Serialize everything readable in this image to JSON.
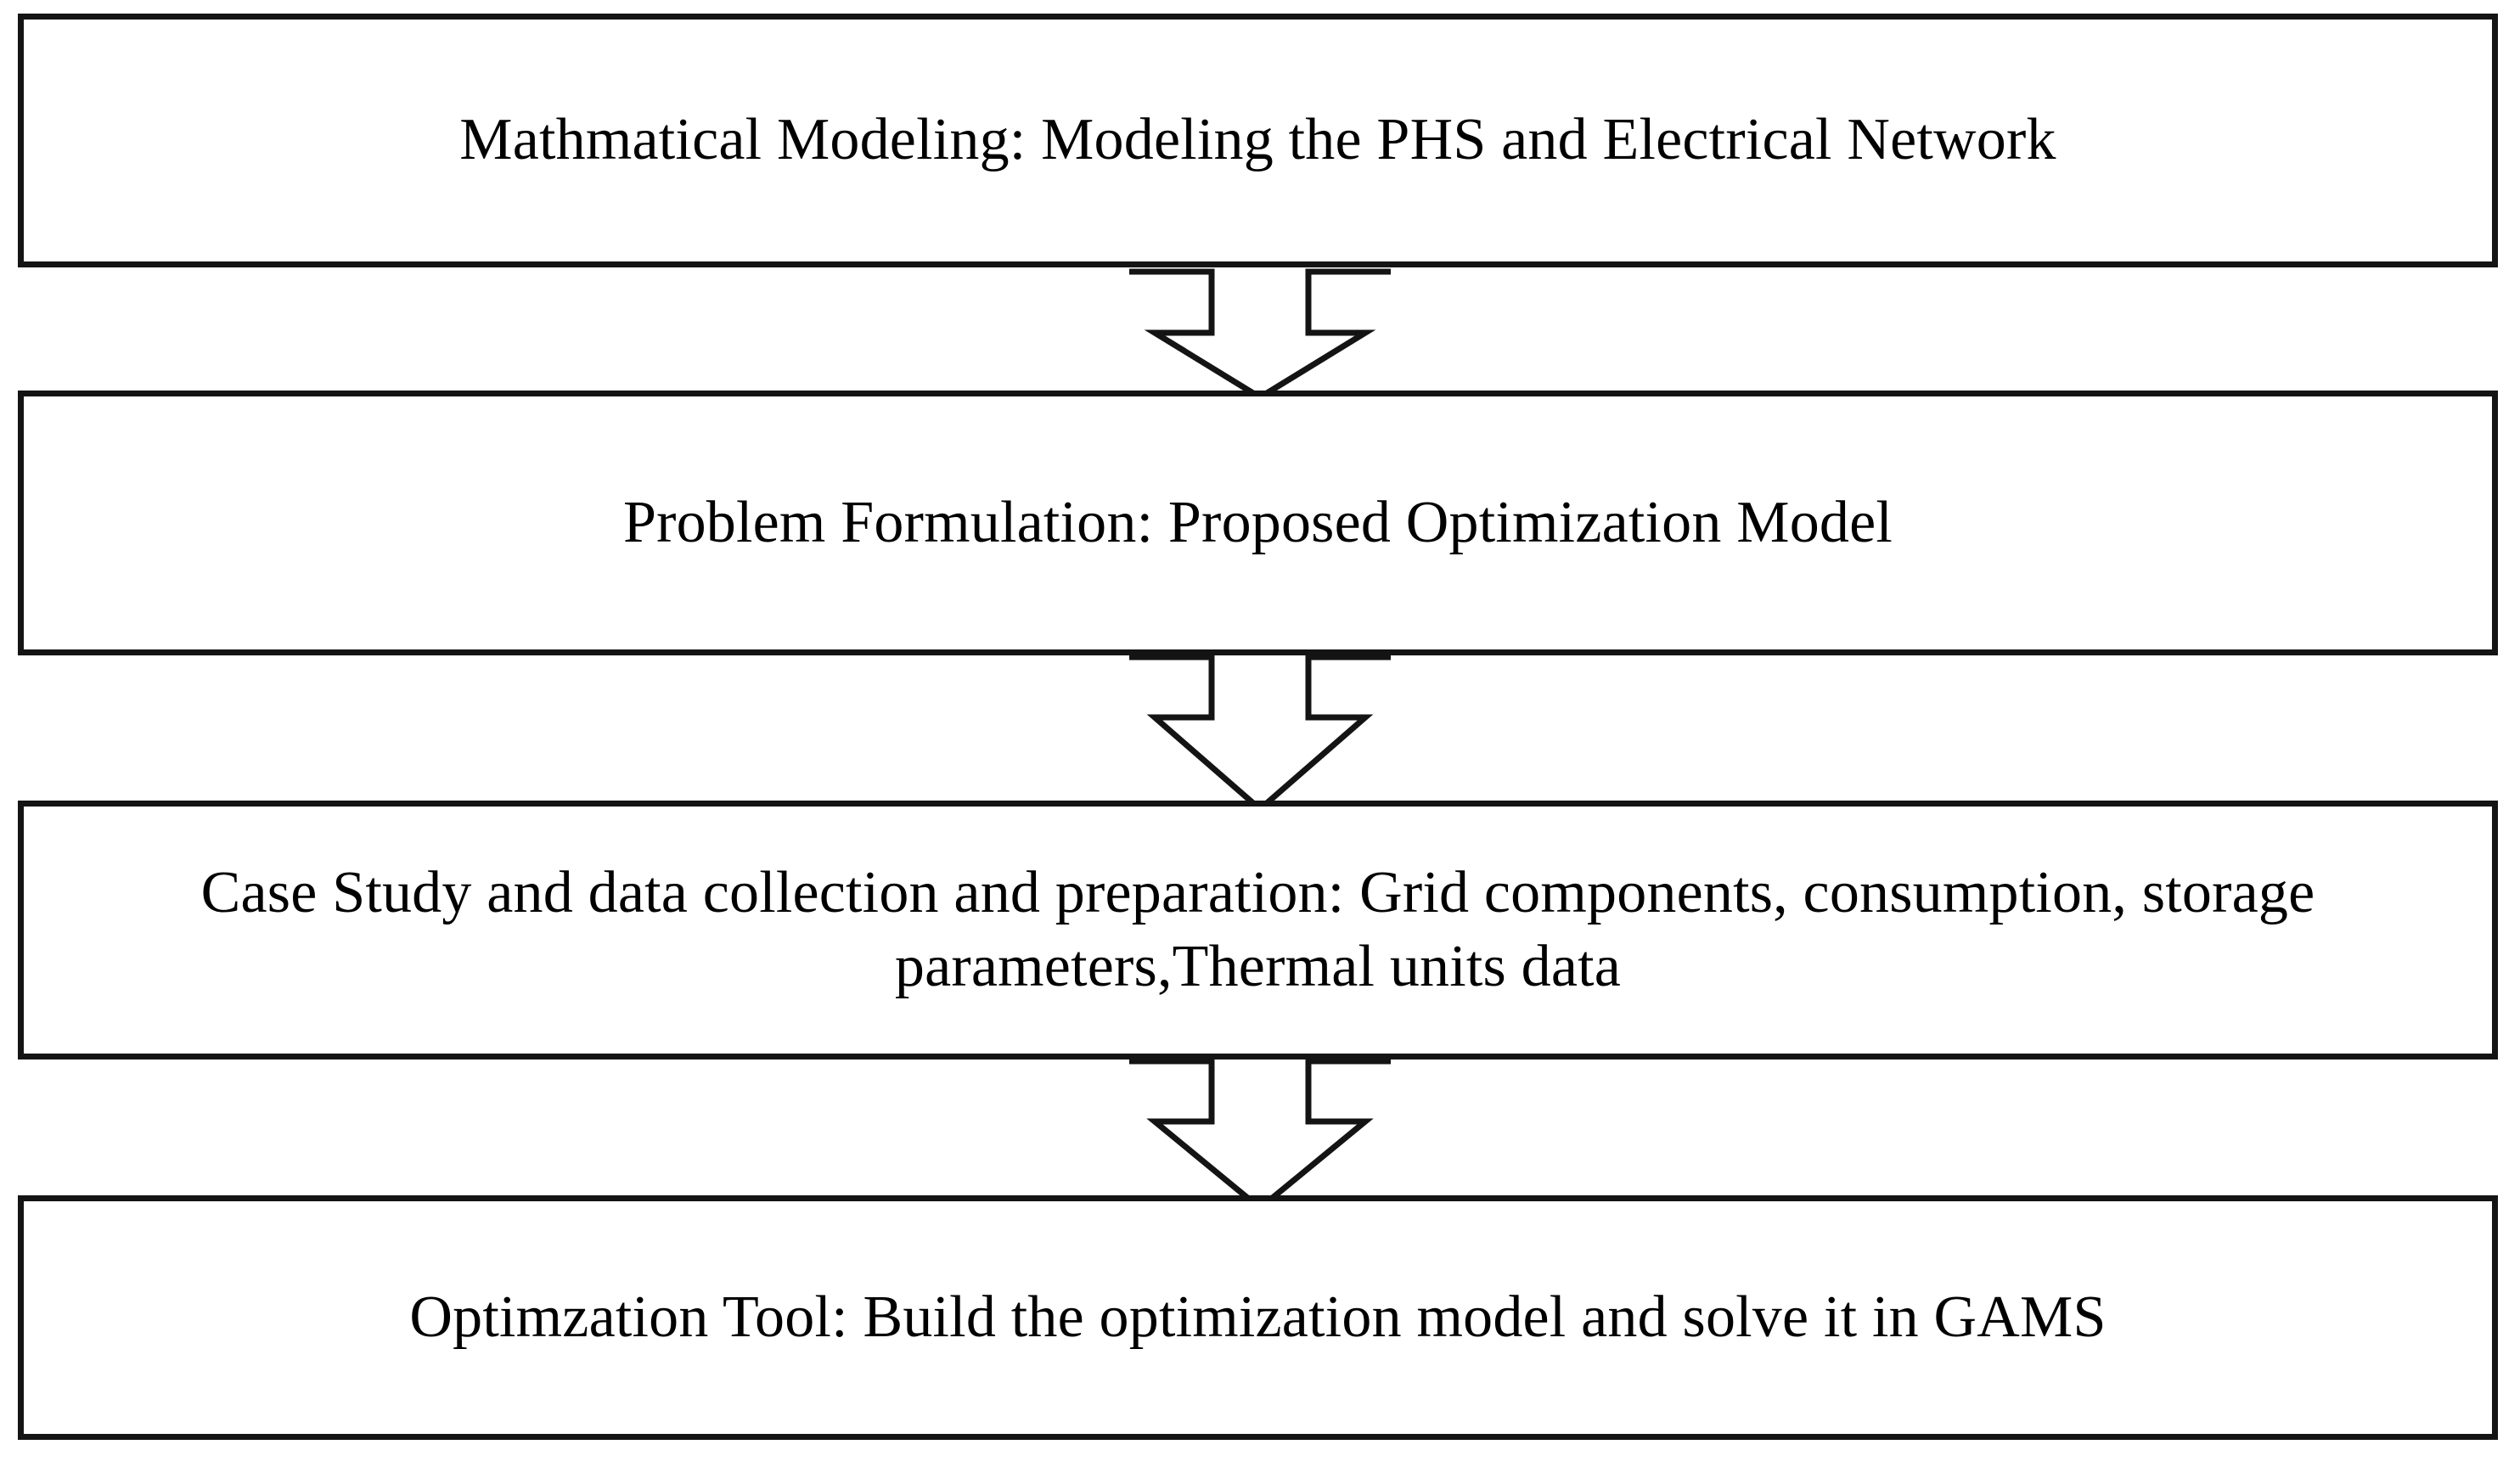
{
  "diagram": {
    "title": "Research methodology flowchart",
    "orientation": "vertical-top-to-bottom",
    "background_color": "#ffffff",
    "stroke_color": "#141414",
    "text_color": "#000000",
    "nodes": [
      {
        "id": "node-0",
        "shape": "rectangle",
        "label": "Mathmatical Modeling: Modeling the PHS and Electrical Network",
        "lines": [
          "Mathmatical Modeling: Modeling the PHS and Electrical Network"
        ]
      },
      {
        "id": "node-1",
        "shape": "rectangle",
        "label": "Problem Formulation: Proposed Optimization Model",
        "lines": [
          "Problem Formulation: Proposed Optimization Model"
        ]
      },
      {
        "id": "node-2",
        "shape": "rectangle",
        "label": "Case Study and data collection and preparation: Grid components, consumption, storage\nparameters,Thermal units data",
        "lines": [
          "Case Study and data collection and preparation: Grid components, consumption, storage",
          "parameters,Thermal units data"
        ]
      },
      {
        "id": "node-3",
        "shape": "rectangle",
        "label": "Optimzation Tool: Build the optimization model and solve it in GAMS",
        "lines": [
          "Optimzation Tool: Build the optimization model and solve it in GAMS"
        ]
      }
    ],
    "connectors": [
      {
        "id": "conn-0",
        "from": "node-0",
        "to": "node-1",
        "type": "block-arrow-down",
        "icon": "arrow-down-icon"
      },
      {
        "id": "conn-1",
        "from": "node-1",
        "to": "node-2",
        "type": "block-arrow-down",
        "icon": "arrow-down-icon"
      },
      {
        "id": "conn-2",
        "from": "node-2",
        "to": "node-3",
        "type": "block-arrow-down",
        "icon": "arrow-down-icon"
      }
    ]
  }
}
